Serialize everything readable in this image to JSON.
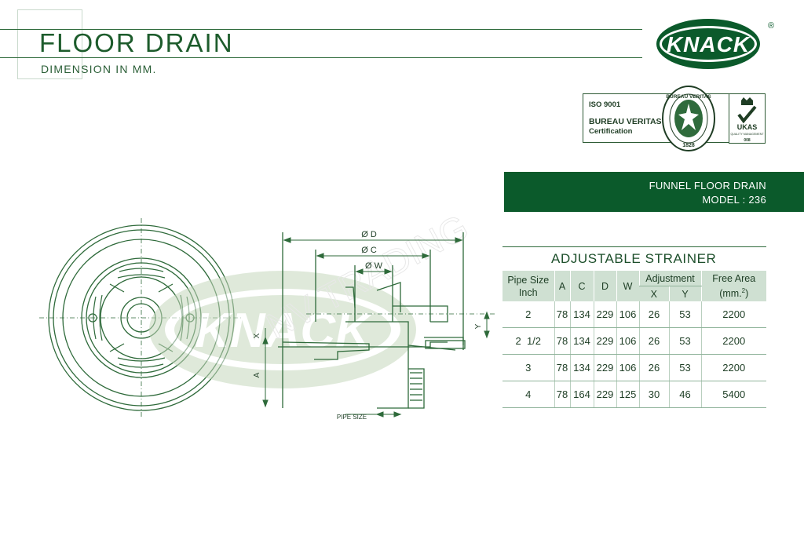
{
  "header": {
    "title": "FLOOR DRAIN",
    "subtitle": "DIMENSION IN MM.",
    "brand": "KNACK",
    "registered": "®"
  },
  "certification": {
    "line1": "ISO 9001",
    "line2": "BUREAU VERITAS",
    "line3": "Certification",
    "seal_text": "BUREAU VERITAS",
    "seal_year": "1828",
    "ukas_label": "UKAS",
    "ukas_sub": "QUALITY MANAGEMENT",
    "ukas_code": "008"
  },
  "model_banner": {
    "product": "FUNNEL FLOOR DRAIN",
    "model": "MODEL : 236"
  },
  "drawing": {
    "label_d": "Ø D",
    "label_c": "Ø C",
    "label_w": "Ø W",
    "label_x": "X",
    "label_y": "Y",
    "label_a": "A",
    "label_pipe": "PIPE SIZE",
    "watermark_brand": "KNACK",
    "watermark_text": "NV TRADING"
  },
  "table": {
    "title": "ADJUSTABLE STRAINER",
    "headers": {
      "pipe_size": "Pipe Size",
      "inch": "Inch",
      "a": "A",
      "c": "C",
      "d": "D",
      "w": "W",
      "adjustment": "Adjustment",
      "x": "X",
      "y": "Y",
      "free_area": "Free Area",
      "free_area_unit": "(mm.",
      "free_area_sup": "2",
      "free_area_close": ")"
    },
    "rows": [
      {
        "pipe": "2",
        "a": "78",
        "c": "134",
        "d": "229",
        "w": "106",
        "x": "26",
        "y": "53",
        "area": "2200"
      },
      {
        "pipe": "2  1/2",
        "a": "78",
        "c": "134",
        "d": "229",
        "w": "106",
        "x": "26",
        "y": "53",
        "area": "2200"
      },
      {
        "pipe": "3",
        "a": "78",
        "c": "134",
        "d": "229",
        "w": "106",
        "x": "26",
        "y": "53",
        "area": "2200"
      },
      {
        "pipe": "4",
        "a": "78",
        "c": "164",
        "d": "229",
        "w": "125",
        "x": "30",
        "y": "46",
        "area": "5400"
      }
    ]
  },
  "colors": {
    "brand_green": "#0b5a2b",
    "line_green": "#2f6b3c",
    "table_header": "#cfe0d2",
    "watermark": "#c5d8bc"
  }
}
